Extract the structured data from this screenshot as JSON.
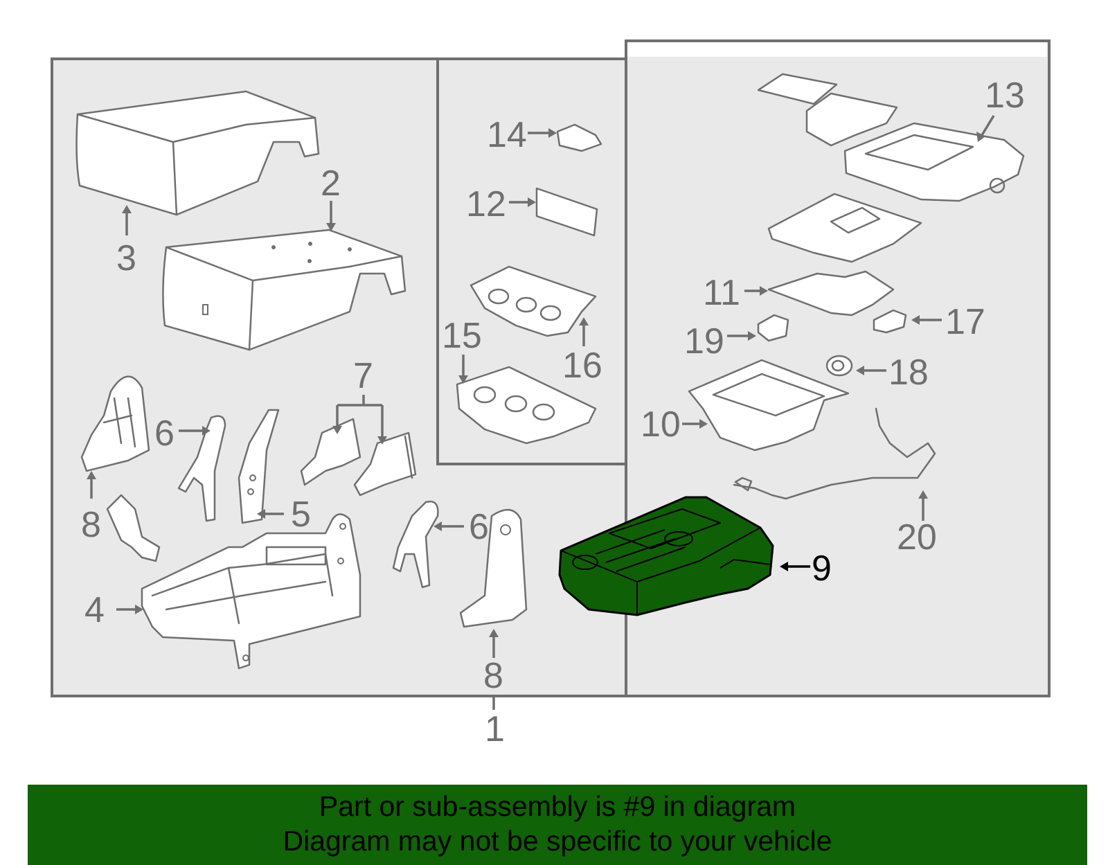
{
  "callouts": {
    "c1": "1",
    "c2": "2",
    "c3": "3",
    "c4": "4",
    "c5": "5",
    "c6a": "6",
    "c6b": "6",
    "c7": "7",
    "c8a": "8",
    "c8b": "8",
    "c9": "9",
    "c10": "10",
    "c11": "11",
    "c12": "12",
    "c13": "13",
    "c14": "14",
    "c15": "15",
    "c16": "16",
    "c17": "17",
    "c18": "18",
    "c19": "19",
    "c20": "20"
  },
  "banner": {
    "line1": "Part or sub-assembly is #9 in diagram",
    "line2": "Diagram may not be specific to your vehicle"
  },
  "colors": {
    "highlight": "#0f5f06",
    "banner_background": "#106306",
    "line": "#6f6f6f",
    "box_fill": "#e9e9e9"
  }
}
